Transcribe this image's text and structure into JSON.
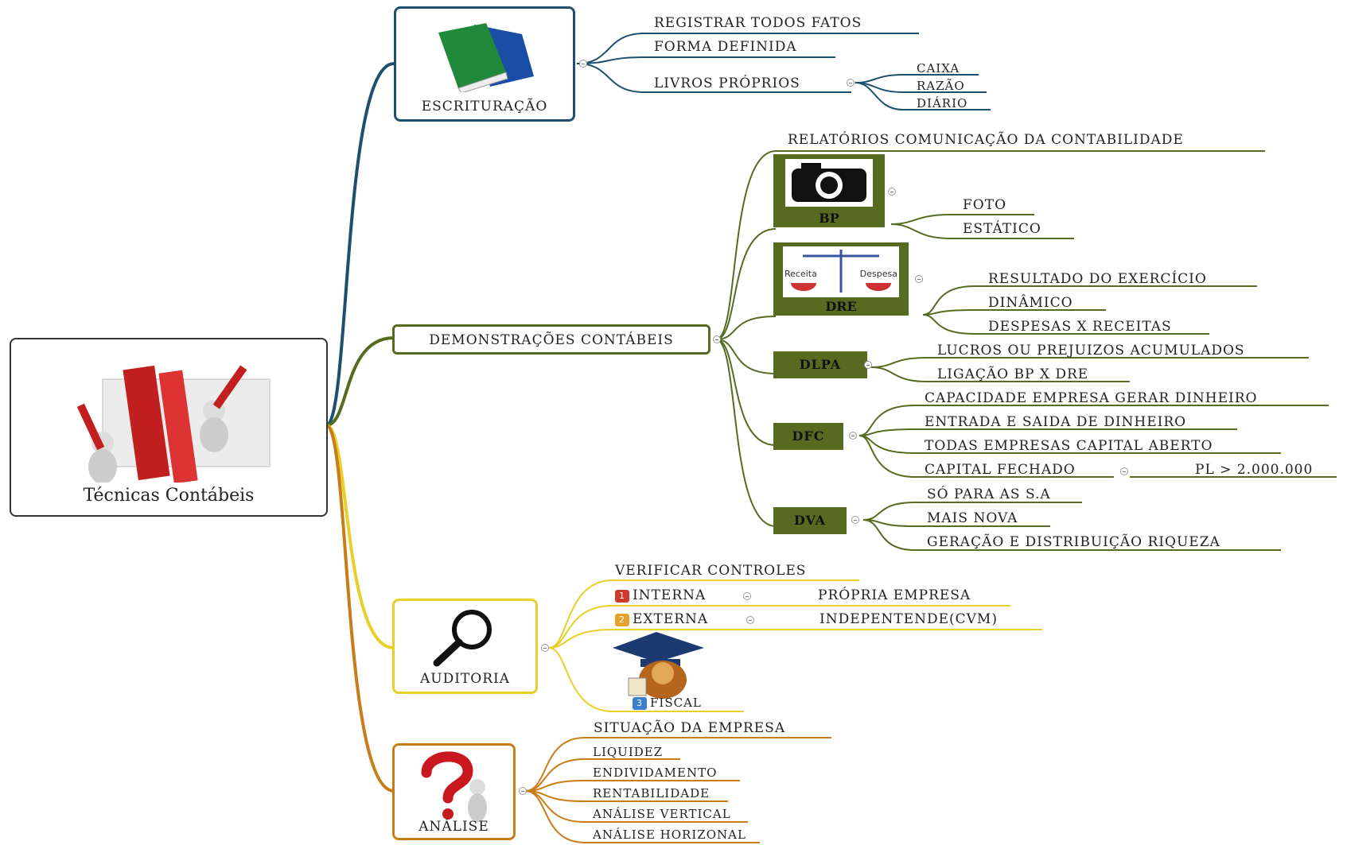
{
  "colors": {
    "blue": "#1e4f6e",
    "olive": "#566b1f",
    "yellow": "#e8cf2a",
    "orange": "#c97d18"
  },
  "root": {
    "label": "Técnicas Contábeis"
  },
  "escrituracao": {
    "title": "ESCRITURAÇÃO",
    "items": [
      "REGISTRAR TODOS  FATOS",
      "FORMA DEFINIDA",
      "LIVROS PRÓPRIOS"
    ],
    "livros": [
      "CAIXA",
      "RAZÃO",
      "DIÁRIO"
    ]
  },
  "demonstracoes": {
    "title": "DEMONSTRAÇÕES CONTÁBEIS",
    "intro": "RELATÓRIOS COMUNICAÇÃO DA CONTABILIDADE",
    "bp": {
      "tag": "BP",
      "items": [
        "FOTO",
        "ESTÁTICO"
      ]
    },
    "dre": {
      "tag": "DRE",
      "receita": "Receita",
      "despesa": "Despesa",
      "items": [
        "RESULTADO DO EXERCÍCIO",
        "DINÂMICO",
        "DESPESAS X RECEITAS"
      ]
    },
    "dlpa": {
      "tag": "DLPA",
      "items": [
        "LUCROS OU PREJUIZOS ACUMULADOS",
        "LIGAÇÃO BP X DRE"
      ]
    },
    "dfc": {
      "tag": "DFC",
      "items": [
        "CAPACIDADE  EMPRESA GERAR DINHEIRO",
        "ENTRADA E SAIDA DE DINHEIRO",
        "TODAS  EMPRESAS CAPITAL ABERTO",
        "CAPITAL FECHADO"
      ],
      "pl": "PL > 2.000.000"
    },
    "dva": {
      "tag": "DVA",
      "items": [
        "SÓ PARA AS S.A",
        "MAIS NOVA",
        "GERAÇÃO E DISTRIBUIÇÃO RIQUEZA"
      ]
    }
  },
  "auditoria": {
    "title": "AUDITORIA",
    "verificar": "VERIFICAR  CONTROLES",
    "interna": {
      "num": "1",
      "label": "INTERNA",
      "detail": "PRÓPRIA EMPRESA"
    },
    "externa": {
      "num": "2",
      "label": "EXTERNA",
      "detail": "INDEPENTENDE(CVM)"
    },
    "fiscal": {
      "num": "3",
      "label": "FISCAL"
    }
  },
  "analise": {
    "title": "ANÁLISE",
    "items": [
      "SITUAÇÃO DA EMPRESA",
      "LIQUIDEZ",
      "ENDIVIDAMENTO",
      "RENTABILIDADE",
      "ANÁLISE VERTICAL",
      "ANÁLISE HORIZONAL"
    ]
  }
}
